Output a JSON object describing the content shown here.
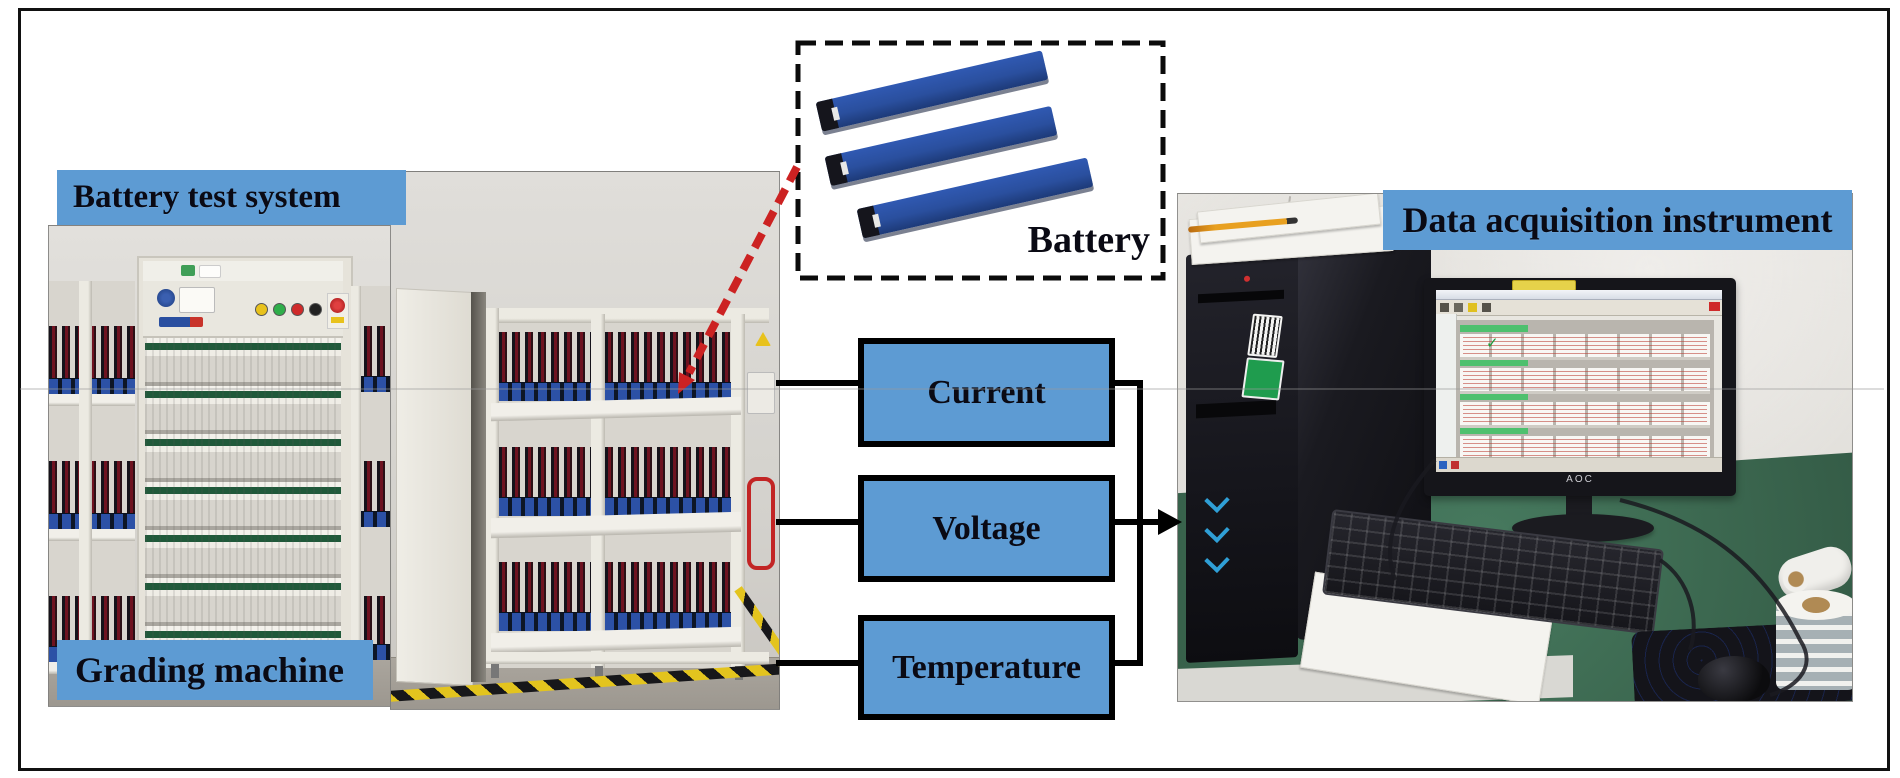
{
  "figure": {
    "labels": {
      "battery_test_system": "Battery test system",
      "grading_machine": "Grading machine",
      "data_acquisition_instrument": "Data acquisition instrument",
      "battery": "Battery"
    },
    "flow_boxes": [
      {
        "label": "Current"
      },
      {
        "label": "Voltage"
      },
      {
        "label": "Temperature"
      }
    ],
    "monitor": {
      "brand_label": "AOC",
      "check_icon": "✓"
    },
    "colors": {
      "label_background": "#5d9bd3",
      "flow_box_background": "#5d9bd3",
      "flow_box_border": "#000000",
      "connector_black": "#000000",
      "red_dashed_arrow": "#cc2222",
      "battery_cell_blue": "#2b52a5",
      "hazard_tape_yellow": "#e3c41e",
      "desk_green": "#3c6850",
      "screen_header_green": "#4ec06e"
    }
  }
}
